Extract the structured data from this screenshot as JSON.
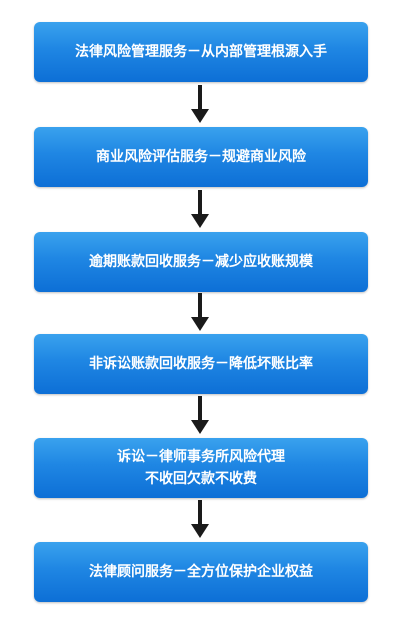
{
  "steps": [
    {
      "lines": [
        "法律风险管理服务－从内部管理根源入手"
      ]
    },
    {
      "lines": [
        "商业风险评估服务－规避商业风险"
      ]
    },
    {
      "lines": [
        "逾期账款回收服务－减少应收账规模"
      ]
    },
    {
      "lines": [
        "非诉讼账款回收服务－降低坏账比率"
      ]
    },
    {
      "lines": [
        "诉讼－律师事务所风险代理",
        "不收回欠款不收费"
      ]
    },
    {
      "lines": [
        "法律顾问服务－全方位保护企业权益"
      ]
    }
  ]
}
